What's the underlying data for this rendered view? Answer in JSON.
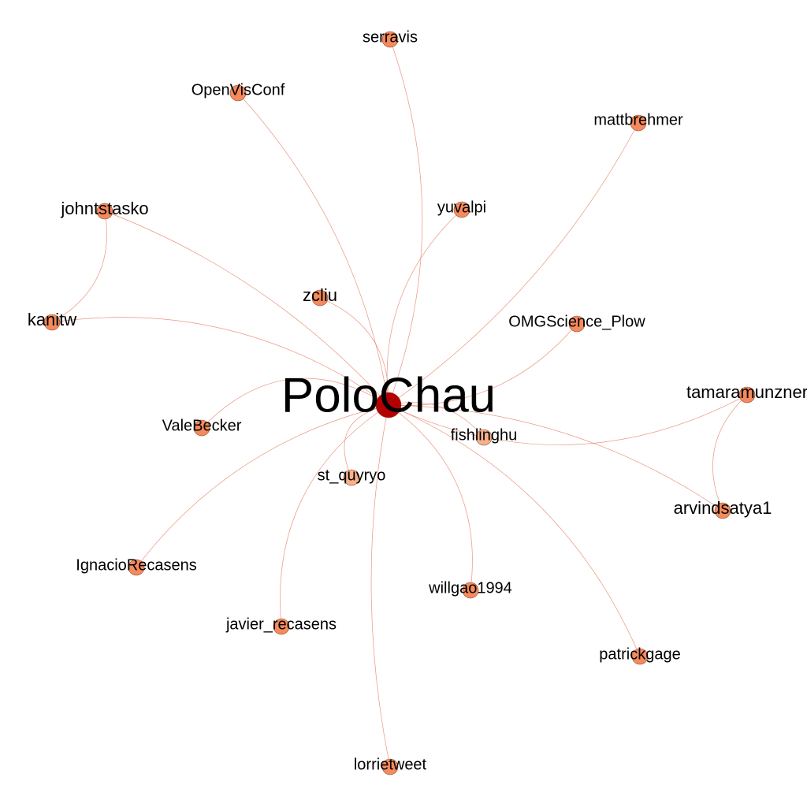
{
  "colors": {
    "edge": "#e8826a",
    "node": "#f58a5c",
    "node_light": "#f7b08c",
    "hub": "#b40000",
    "background": "#ffffff"
  },
  "graph": {
    "hub": {
      "id": "PoloChau",
      "label": "PoloChau"
    },
    "nodes": [
      {
        "id": "serravis",
        "label": "serravis"
      },
      {
        "id": "OpenVisConf",
        "label": "OpenVisConf"
      },
      {
        "id": "mattbrehmer",
        "label": "mattbrehmer"
      },
      {
        "id": "johntstasko",
        "label": "johntstasko"
      },
      {
        "id": "yuvalpi",
        "label": "yuvalpi"
      },
      {
        "id": "zcliu",
        "label": "zcliu"
      },
      {
        "id": "kanitw",
        "label": "kanitw"
      },
      {
        "id": "OMGScience_Plow",
        "label": "OMGScience_Plow"
      },
      {
        "id": "tamaramunzner",
        "label": "tamaramunzner"
      },
      {
        "id": "ValeBecker",
        "label": "ValeBecker"
      },
      {
        "id": "fishlinghu",
        "label": "fishlinghu"
      },
      {
        "id": "st_quyryo",
        "label": "st_quyryo"
      },
      {
        "id": "arvindsatya1",
        "label": "arvindsatya1"
      },
      {
        "id": "IgnacioRecasens",
        "label": "IgnacioRecasens"
      },
      {
        "id": "willgao1994",
        "label": "willgao1994"
      },
      {
        "id": "javier_recasens",
        "label": "javier_recasens"
      },
      {
        "id": "patrickgage",
        "label": "patrickgage"
      },
      {
        "id": "lorrietweet",
        "label": "lorrietweet"
      }
    ],
    "edges": [
      [
        "PoloChau",
        "serravis"
      ],
      [
        "PoloChau",
        "OpenVisConf"
      ],
      [
        "PoloChau",
        "mattbrehmer"
      ],
      [
        "PoloChau",
        "johntstasko"
      ],
      [
        "PoloChau",
        "yuvalpi"
      ],
      [
        "PoloChau",
        "zcliu"
      ],
      [
        "PoloChau",
        "kanitw"
      ],
      [
        "PoloChau",
        "OMGScience_Plow"
      ],
      [
        "PoloChau",
        "tamaramunzner"
      ],
      [
        "PoloChau",
        "ValeBecker"
      ],
      [
        "PoloChau",
        "fishlinghu"
      ],
      [
        "PoloChau",
        "st_quyryo"
      ],
      [
        "PoloChau",
        "arvindsatya1"
      ],
      [
        "PoloChau",
        "IgnacioRecasens"
      ],
      [
        "PoloChau",
        "willgao1994"
      ],
      [
        "PoloChau",
        "javier_recasens"
      ],
      [
        "PoloChau",
        "patrickgage"
      ],
      [
        "PoloChau",
        "lorrietweet"
      ],
      [
        "johntstasko",
        "kanitw"
      ],
      [
        "tamaramunzner",
        "arvindsatya1"
      ]
    ]
  }
}
